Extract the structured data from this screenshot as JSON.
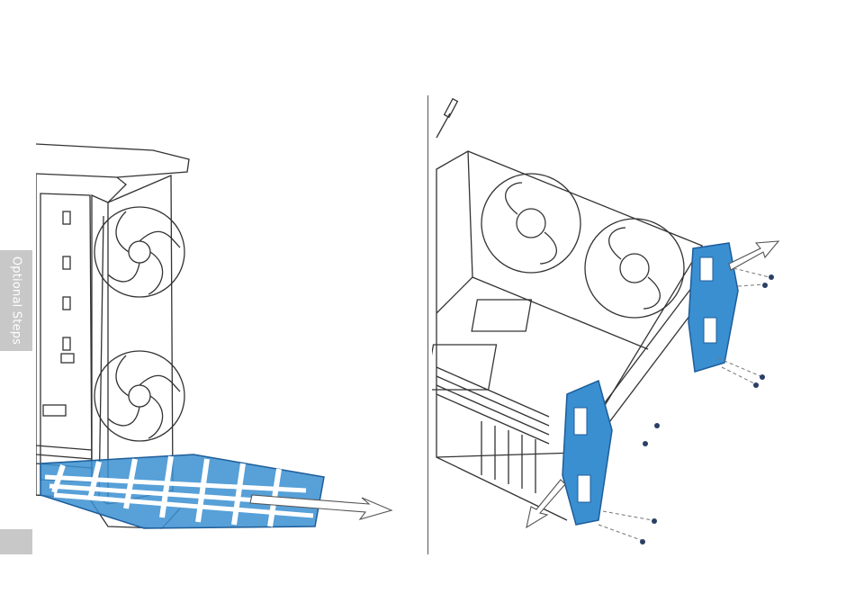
{
  "sidebar": {
    "section_label": "Optional Steps"
  },
  "colors": {
    "accent_blue": "#3a8fd1",
    "accent_blue_dark": "#1e5d99",
    "line_art": "#333333",
    "tab_gray": "#c8c8c8",
    "divider": "#555555"
  },
  "icons": {
    "left_figure": "fan-filter-removal-illustration",
    "right_figure": "bracket-removal-illustration",
    "tool": "screwdriver-icon"
  }
}
